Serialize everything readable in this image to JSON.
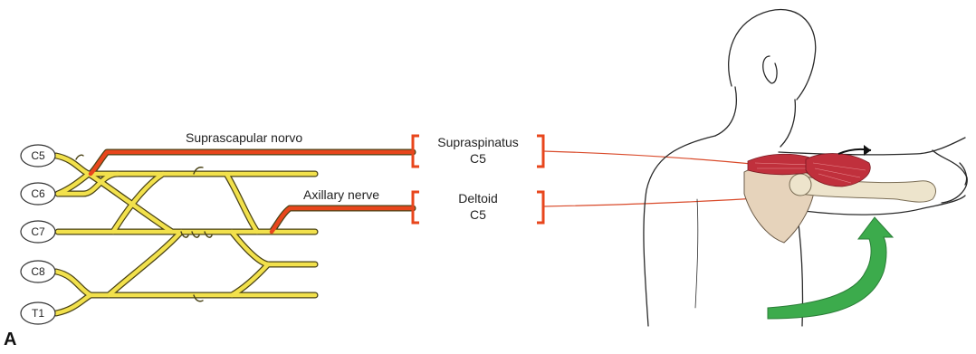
{
  "panel_label": "A",
  "roots": [
    "C5",
    "C6",
    "C7",
    "C8",
    "T1"
  ],
  "nerves": {
    "suprascapular": "Suprascapular norvo",
    "axillary": "Axillary nerve"
  },
  "muscles": [
    {
      "name": "Supraspinatus",
      "root": "C5"
    },
    {
      "name": "Deltoid",
      "root": "C5"
    }
  ],
  "colors": {
    "plexus_fill": "#f2e14c",
    "plexus_outline": "#4a4316",
    "nerve_highlight": "#e8461c",
    "muscle_red": "#c0303c",
    "scapula": "#e6d3bb",
    "bone": "#ede4cc",
    "arrow_green": "#3cab4c",
    "skin_outline": "#2a2a2a",
    "connector_line": "#d94a2a"
  },
  "icons": [
    "brachial-plexus",
    "human-figure",
    "green-curved-arrow",
    "black-direction-arrow"
  ]
}
